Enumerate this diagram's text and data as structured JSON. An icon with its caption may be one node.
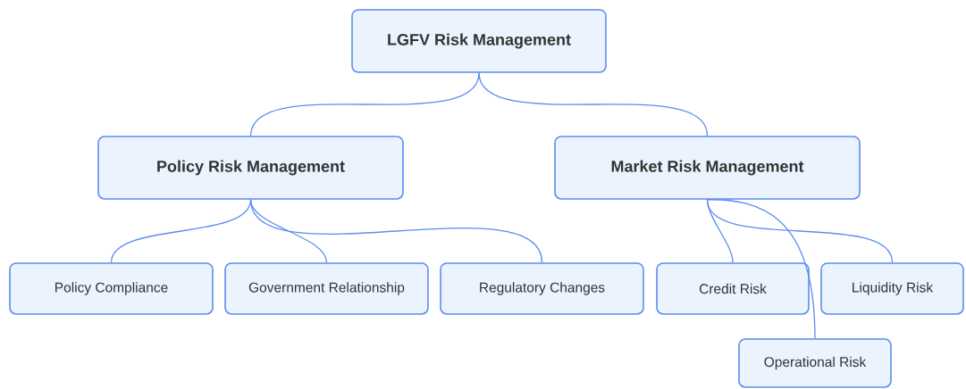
{
  "diagram": {
    "nodes": [
      {
        "text": [
          "LGFV Risk Management"
        ]
      },
      {
        "text": [
          "Policy Risk Management"
        ]
      },
      {
        "text": [
          "Market Risk Management"
        ]
      },
      {
        "text": [
          "Policy Compliance"
        ]
      },
      {
        "text": [
          "Government Relationship"
        ]
      },
      {
        "text": [
          "Regulatory Changes"
        ]
      },
      {
        "text": [
          "Credit Risk"
        ]
      },
      {
        "text": [
          "Liquidity Risk"
        ]
      },
      {
        "text": [
          "Operational Risk"
        ]
      }
    ],
    "edges": [
      {
        "from": 0,
        "to": 1,
        "arrow": "none"
      },
      {
        "from": 0,
        "to": 2,
        "arrow": "none"
      },
      {
        "from": 1,
        "to": 3,
        "arrow": "none"
      },
      {
        "from": 1,
        "to": 4,
        "arrow": "none"
      },
      {
        "from": 1,
        "to": 5,
        "arrow": "none"
      },
      {
        "from": 2,
        "to": 6,
        "arrow": "none"
      },
      {
        "from": 2,
        "to": 7,
        "arrow": "none"
      },
      {
        "from": 2,
        "to": 8,
        "arrow": "none"
      }
    ]
  }
}
